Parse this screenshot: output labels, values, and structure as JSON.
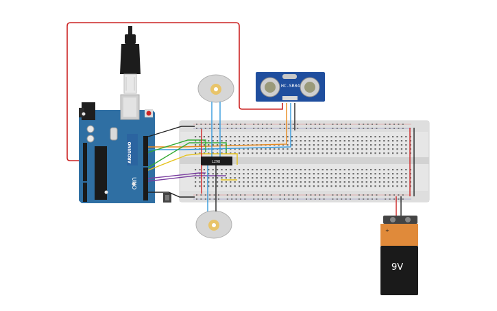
{
  "arduino": {
    "brand": "ARDUINO",
    "model": "UNO"
  },
  "sensor": {
    "label": "HC-SR04"
  },
  "driver_chip": {
    "label": "L298"
  },
  "battery": {
    "label": "9V"
  },
  "colors": {
    "arduino_board": "#2f6fa3",
    "breadboard": "#e8e8e8",
    "sensor_board": "#1f4e9e",
    "battery_orange": "#e08a3a",
    "battery_black": "#1a1a1a",
    "wire_red": "#cc2222",
    "wire_black": "#222222",
    "wire_orange": "#e8891c",
    "wire_blue": "#3399dd",
    "wire_green": "#33aa33",
    "wire_yellow": "#e6c21a",
    "wire_purple": "#7a3fa0",
    "motor_body": "#d6d6d6"
  },
  "icons": [
    "usb-plug-icon",
    "dc-motor-icon",
    "push-button-icon"
  ]
}
